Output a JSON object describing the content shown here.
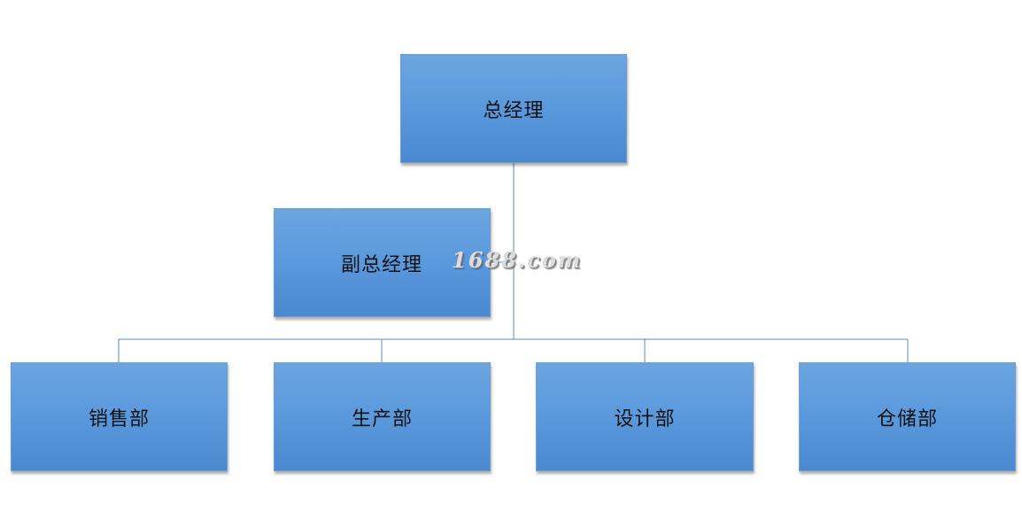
{
  "org_chart": {
    "top": {
      "label": "总经理"
    },
    "deputy": {
      "label": "副总经理"
    },
    "departments": [
      {
        "label": "销售部"
      },
      {
        "label": "生产部"
      },
      {
        "label": "设计部"
      },
      {
        "label": "仓储部"
      }
    ]
  },
  "watermark": {
    "text": "1688.com"
  },
  "colors": {
    "box_fill_top": "#6ca5df",
    "box_fill_bottom": "#4a89cf",
    "connector": "#5b88b5",
    "text": "#111111"
  }
}
